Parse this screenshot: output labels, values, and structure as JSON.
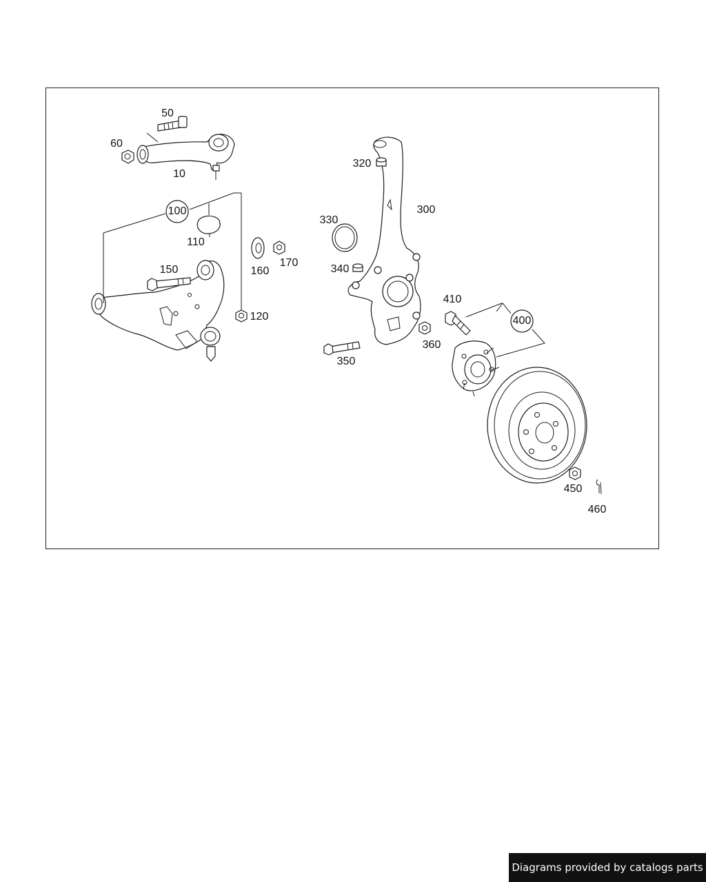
{
  "diagram": {
    "callouts": {
      "c10": "10",
      "c50": "50",
      "c60": "60",
      "c100": "100",
      "c110": "110",
      "c120": "120",
      "c150": "150",
      "c160": "160",
      "c170": "170",
      "c300": "300",
      "c320": "320",
      "c330": "330",
      "c340": "340",
      "c350": "350",
      "c360": "360",
      "c400": "400",
      "c410": "410",
      "c450": "450",
      "c460": "460"
    }
  },
  "footer": {
    "text": "Diagrams provided by catalogs parts"
  }
}
